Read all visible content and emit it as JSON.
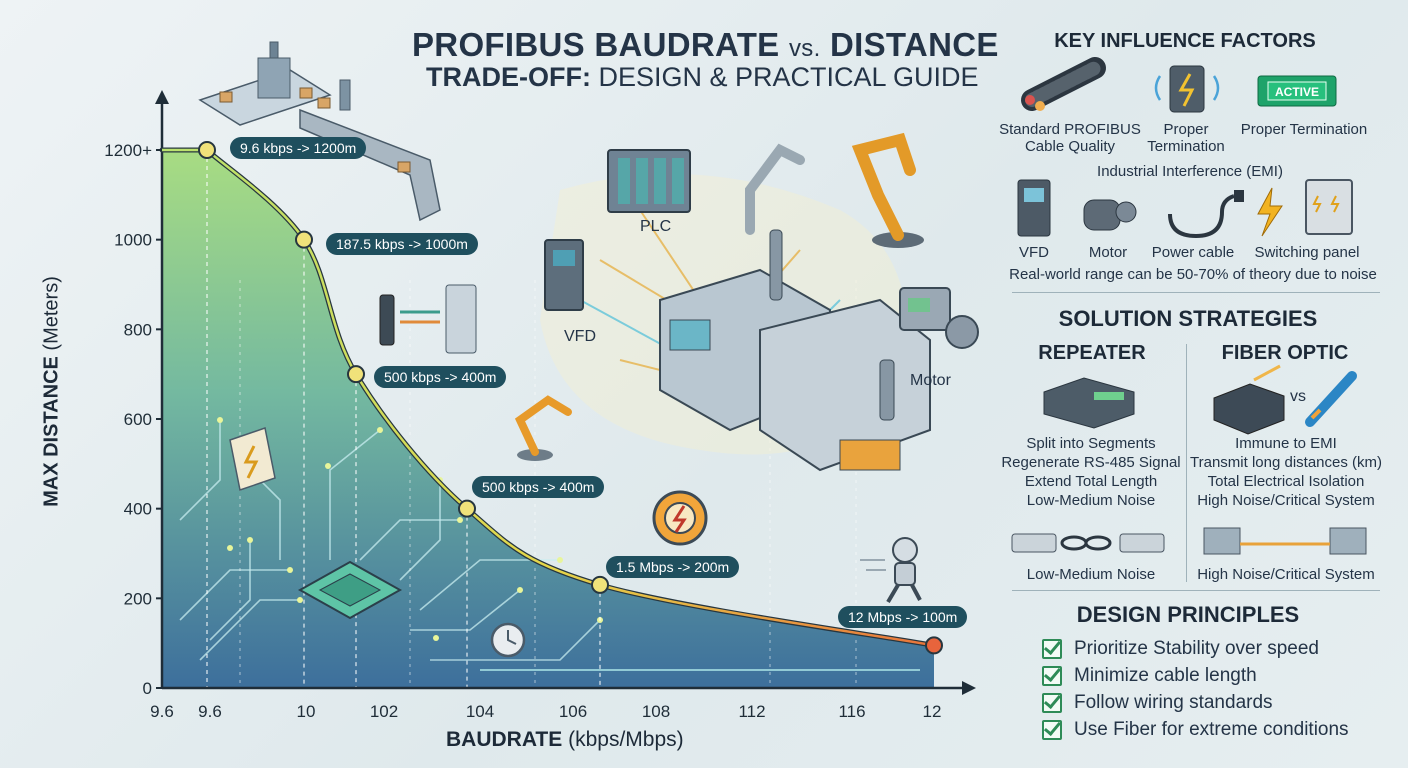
{
  "title": {
    "line1_a": "PROFIBUS BAUDRATE",
    "line1_vs": "vs.",
    "line1_b": "DISTANCE",
    "line2_a": "TRADE-OFF:",
    "line2_b": "DESIGN & PRACTICAL GUIDE"
  },
  "chart_data": {
    "type": "line",
    "xlabel_bold": "BAUDRATE",
    "xlabel_rest": "(kbps/Mbps)",
    "ylabel_bold": "MAX DISTANCE",
    "ylabel_rest": "(Meters)",
    "x_ticks": [
      "9.6",
      "9.6",
      "10",
      "102",
      "104",
      "106",
      "108",
      "112",
      "116",
      "12"
    ],
    "y_ticks": [
      "0",
      "200",
      "400",
      "600",
      "800",
      "1000",
      "1200+"
    ],
    "ylim": [
      0,
      1200
    ],
    "points": [
      {
        "label": "9.6 kbps -> 1200m",
        "distance": 1200
      },
      {
        "label": "187.5 kbps -> 1000m",
        "distance": 1000
      },
      {
        "label": "500 kbps -> 400m",
        "distance": 700
      },
      {
        "label": "500 kbps -> 400m",
        "distance": 400
      },
      {
        "label": "1.5 Mbps -> 200m",
        "distance": 230
      },
      {
        "label": "12 Mbps -> 100m",
        "distance": 95
      }
    ],
    "colors": {
      "line": "#2b3f4a",
      "fill_top": "#9fd77a",
      "fill_bottom": "#3f79a6",
      "end_point": "#e8643c"
    }
  },
  "scene_labels": {
    "plc": "PLC",
    "vfd": "VFD",
    "motor": "Motor"
  },
  "key_factors": {
    "heading": "KEY INFLUENCE FACTORS",
    "cable": "Standard PROFIBUS Cable Quality",
    "proper": "Proper Termination",
    "termination": "Proper Termination",
    "active_tag": "ACTIVE",
    "emi_heading": "Industrial Interference (EMI)",
    "emi_items": [
      "VFD",
      "Motor",
      "Power cable",
      "Switching panel"
    ],
    "note": "Real-world range can be 50-70% of theory due to noise"
  },
  "solutions": {
    "heading": "SOLUTION STRATEGIES",
    "repeater": {
      "title": "REPEATER",
      "lines": [
        "Split into Segments",
        "Regenerate RS-485 Signal",
        "Extend Total Length",
        "Low-Medium Noise"
      ],
      "bottom": "Low-Medium Noise"
    },
    "fiber": {
      "title": "FIBER OPTIC",
      "vs": "vs",
      "lines": [
        "Immune to EMI",
        "Transmit long distances (km)",
        "Total Electrical Isolation",
        "High Noise/Critical System"
      ],
      "bottom": "High Noise/Critical System"
    }
  },
  "design": {
    "heading": "DESIGN PRINCIPLES",
    "items": [
      "Prioritize Stability over speed",
      "Minimize cable length",
      "Follow wiring standards",
      "Use Fiber for extreme conditions"
    ]
  }
}
